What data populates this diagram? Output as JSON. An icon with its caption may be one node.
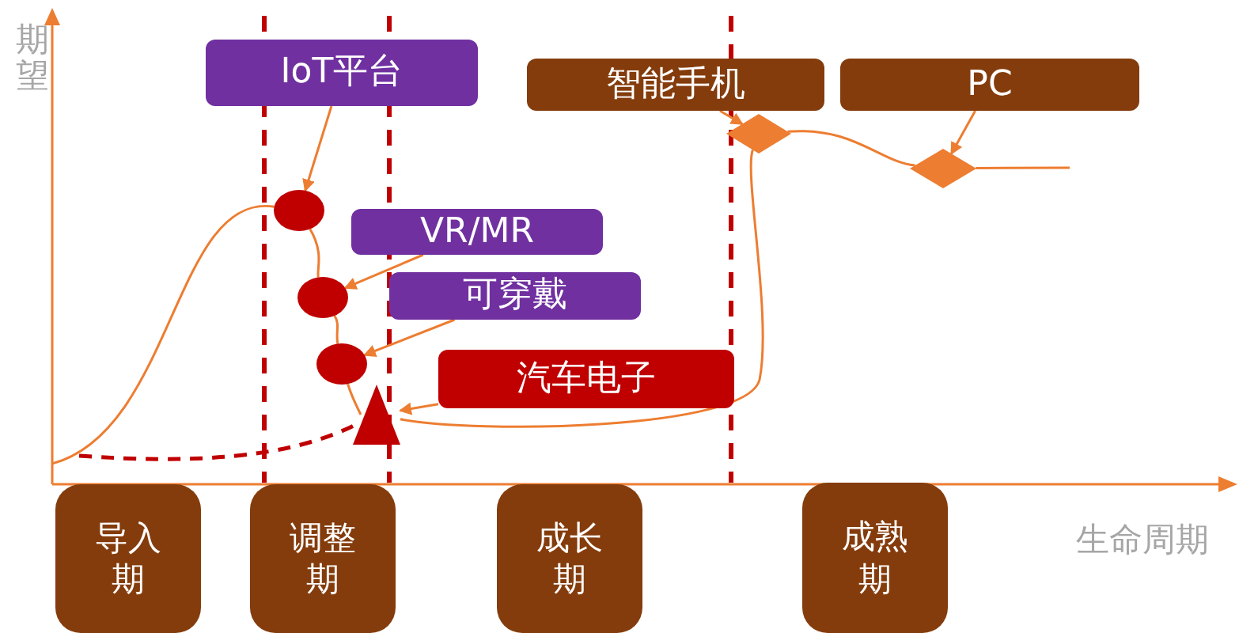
{
  "diagram": {
    "nodes": [
      {
        "text": [
          "IoT平台"
        ]
      },
      {
        "text": [
          "VR/MR"
        ]
      },
      {
        "text": [
          "可穿戴"
        ]
      },
      {
        "text": [
          "汽车电子"
        ]
      },
      {
        "text": [
          "智能手机"
        ]
      },
      {
        "text": [
          "PC"
        ]
      },
      {
        "text": [],
        "shape": "circle"
      },
      {
        "text": [],
        "shape": "circle"
      },
      {
        "text": [],
        "shape": "circle"
      },
      {
        "text": [],
        "shape": "triangle"
      },
      {
        "text": [],
        "shape": "diamond"
      },
      {
        "text": [],
        "shape": "diamond"
      },
      {
        "text": [
          "导入期"
        ]
      },
      {
        "text": [
          "调整期"
        ]
      },
      {
        "text": [
          "成长期"
        ]
      },
      {
        "text": [
          "成熟期"
        ]
      }
    ],
    "edges": [
      {
        "from": 0,
        "to": 6,
        "arrow": "to"
      },
      {
        "from": 1,
        "to": 7,
        "arrow": "to"
      },
      {
        "from": 2,
        "to": 8,
        "arrow": "to"
      },
      {
        "from": 3,
        "to": 9,
        "arrow": "to"
      },
      {
        "from": 4,
        "to": 10,
        "arrow": "to"
      },
      {
        "from": 5,
        "to": 11,
        "arrow": "to"
      },
      {
        "from": null,
        "to": 6,
        "arrow": "none"
      },
      {
        "from": 6,
        "to": 7,
        "arrow": "none"
      },
      {
        "from": 7,
        "to": 8,
        "arrow": "none"
      },
      {
        "from": 8,
        "to": 9,
        "arrow": "none"
      },
      {
        "from": 9,
        "to": 10,
        "arrow": "none"
      },
      {
        "from": 10,
        "to": 11,
        "arrow": "none"
      },
      {
        "from": 11,
        "to": null,
        "arrow": "none"
      },
      {
        "from": null,
        "to": 9,
        "arrow": "none",
        "style": "dashed",
        "color": "#c00000"
      }
    ],
    "labels": [
      "期望",
      "生命周期"
    ]
  }
}
